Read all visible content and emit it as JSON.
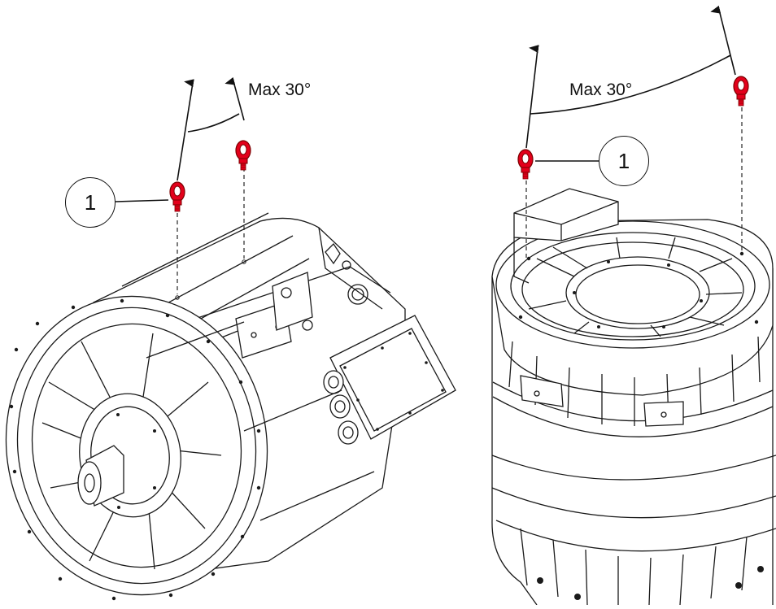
{
  "left_view": {
    "angle_label": "Max 30°",
    "callout_number": "1"
  },
  "right_view": {
    "angle_label": "Max 30°",
    "callout_number": "1"
  },
  "colors": {
    "eyebolt": "#e3001b",
    "line": "#111111",
    "part_fill": "#ffffff",
    "part_stroke": "#1a1a1a"
  }
}
